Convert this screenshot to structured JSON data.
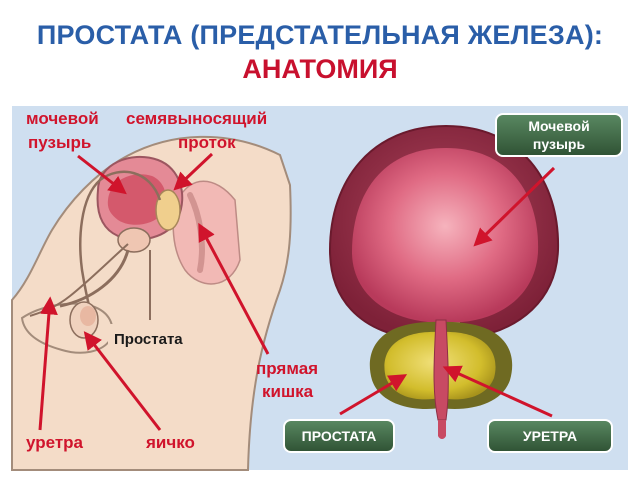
{
  "title": {
    "line1": "ПРОСТАТА (ПРЕДСТАТЕЛЬНАЯ ЖЕЛЕЗА):",
    "line2": "АНАТОМИЯ"
  },
  "left_labels": {
    "bladder_line1": "мочевой",
    "bladder_line2": "пузырь",
    "vas_line1": "семявыносящий",
    "vas_line2": "проток",
    "prostate": "Простата",
    "rectum_line1": "прямая",
    "rectum_line2": "кишка",
    "urethra": "уретра",
    "testicle": "яичко"
  },
  "right_labels": {
    "bladder_line1": "Мочевой",
    "bladder_line2": "пузырь",
    "prostate": "ПРОСТАТА",
    "urethra": "УРЕТРА"
  },
  "colors": {
    "title_blue": "#2a5ea8",
    "title_red": "#c8102e",
    "panel_bg": "#cfdff0",
    "label_red": "#d0142c",
    "box_green": "#3f6a46",
    "bladder": "#d9607a",
    "prostate_gland": "#d6c431"
  }
}
